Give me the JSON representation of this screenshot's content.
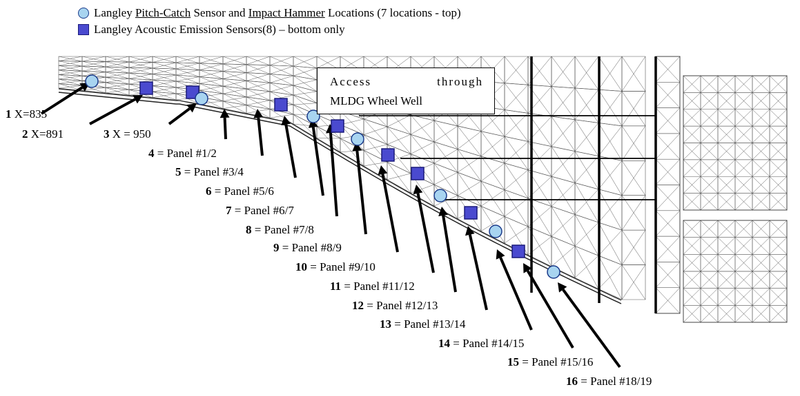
{
  "legend": {
    "pitch_catch": {
      "prefix": "Langley ",
      "u1": "Pitch-Catch",
      "mid": " Sensor and ",
      "u2": "Impact Hammer",
      "suffix": " Locations (7 locations - top)"
    },
    "acoustic": "Langley Acoustic Emission Sensors(8) – bottom only"
  },
  "callout": {
    "line1a": "Access",
    "line1b": "through",
    "line2": "MLDG Wheel Well"
  },
  "labels": [
    {
      "num": "1",
      "text": " X=835"
    },
    {
      "num": "2",
      "text": " X=891"
    },
    {
      "num": "3",
      "text": " X = 950"
    },
    {
      "num": "4",
      "text": " = Panel #1/2"
    },
    {
      "num": "5",
      "text": " = Panel #3/4"
    },
    {
      "num": "6",
      "text": " = Panel #5/6"
    },
    {
      "num": "7",
      "text": " = Panel #6/7"
    },
    {
      "num": "8",
      "text": " = Panel #7/8"
    },
    {
      "num": "9",
      "text": " = Panel #8/9"
    },
    {
      "num": "10",
      "text": " = Panel #9/10"
    },
    {
      "num": "11",
      "text": " = Panel #11/12"
    },
    {
      "num": "12",
      "text": "  = Panel #12/13"
    },
    {
      "num": "13",
      "text": " = Panel #13/14"
    },
    {
      "num": "14",
      "text": " = Panel #14/15"
    },
    {
      "num": "15",
      "text": " =  Panel #15/16"
    },
    {
      "num": "16",
      "text": " = Panel #18/19"
    }
  ],
  "colors": {
    "circle_fill": "#a8d4f0",
    "square_fill": "#4a4acf",
    "mesh": "#555555"
  }
}
